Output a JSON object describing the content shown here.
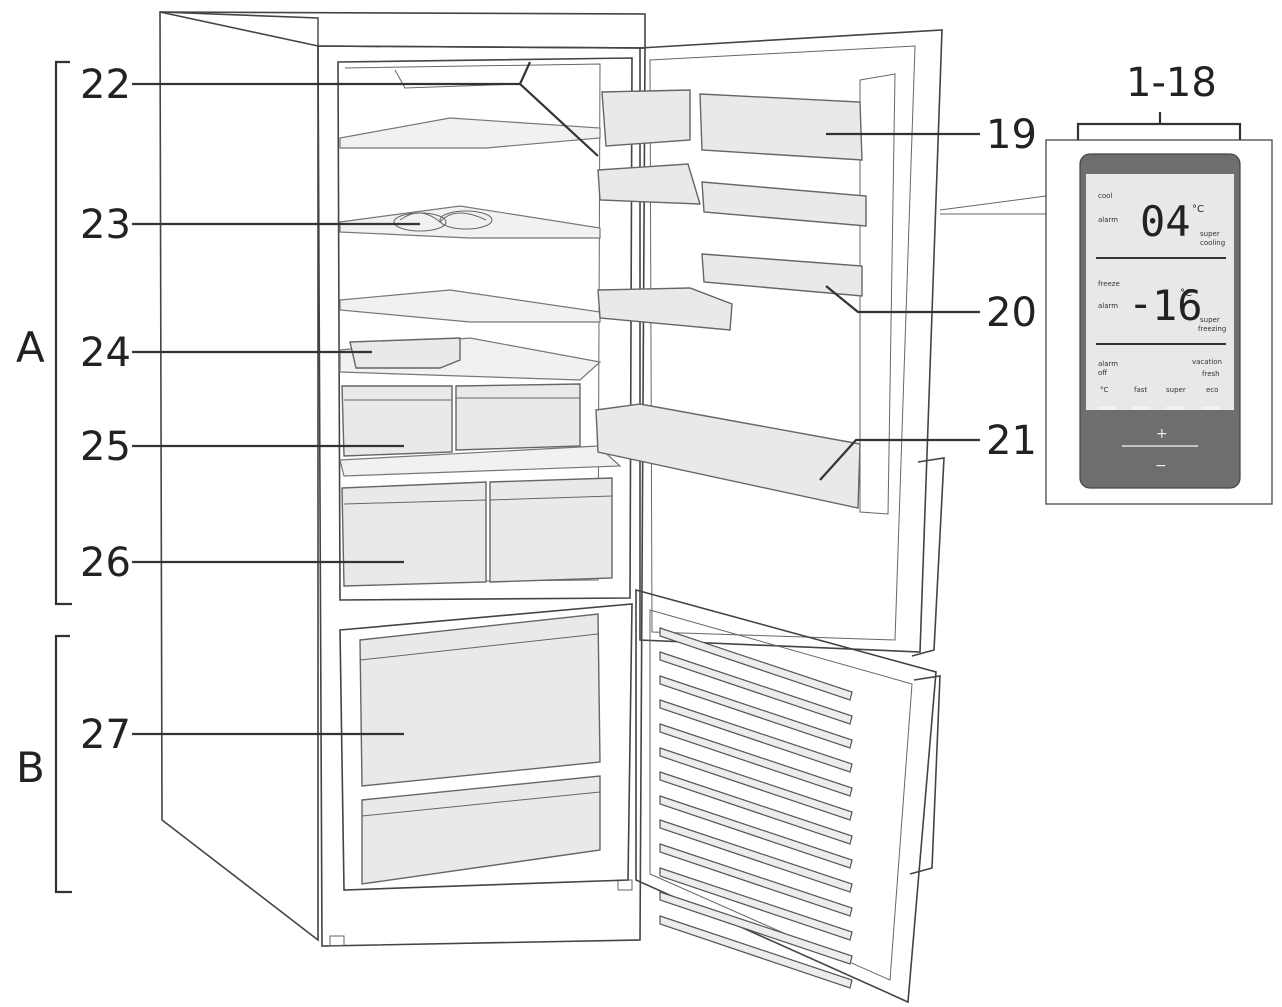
{
  "callouts": {
    "c22": "22",
    "c23": "23",
    "c24": "24",
    "c25": "25",
    "c26": "26",
    "c27": "27",
    "c19": "19",
    "c20": "20",
    "c21": "21",
    "c1_18": "1-18"
  },
  "sections": {
    "a": "A",
    "b": "B"
  },
  "control_panel": {
    "fridge_label_1": "cool",
    "fridge_label_2": "alarm",
    "fridge_temp": "04",
    "fridge_unit": "°C",
    "fridge_super_1": "super",
    "fridge_super_2": "cooling",
    "freezer_label_1": "freeze",
    "freezer_label_2": "alarm",
    "freezer_sign": "-",
    "freezer_temp": "16",
    "freezer_unit": "°C",
    "freezer_super_1": "super",
    "freezer_super_2": "freezing",
    "bottom_left_1": "alarm",
    "bottom_left_2": "off",
    "bottom_right_1": "vacation",
    "bottom_right_2": "fresh",
    "row_1": "°C",
    "row_2": "fast",
    "row_3": "super",
    "row_4": "eco",
    "plus": "+",
    "minus": "−"
  },
  "colors": {
    "line": "#333333",
    "panel_screen": "#e8e8e8",
    "panel_buttons": "#8a8a8a"
  }
}
